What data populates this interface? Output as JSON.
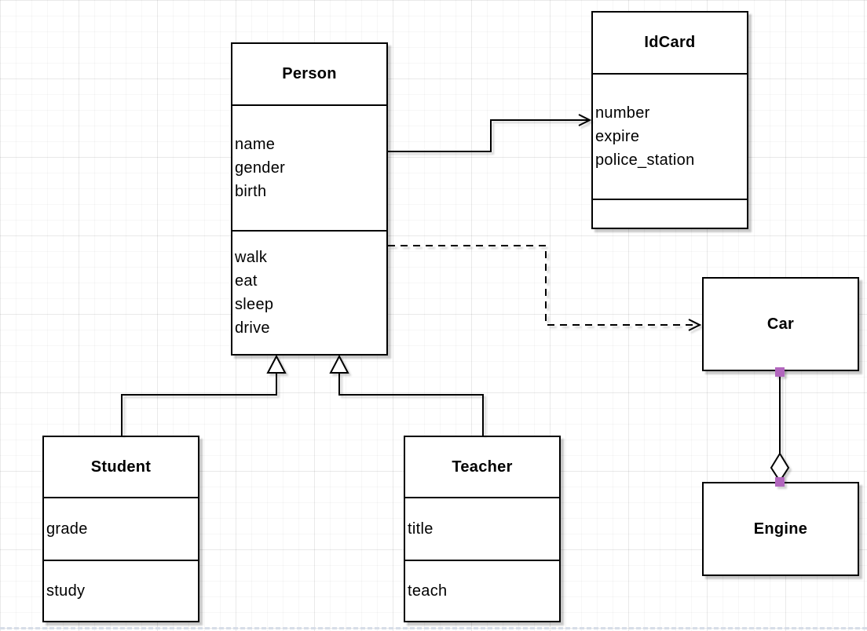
{
  "diagram": {
    "type": "uml-class-diagram",
    "classes": {
      "person": {
        "title": "Person",
        "attributes": [
          "name",
          "gender",
          "birth"
        ],
        "methods": [
          "walk",
          "eat",
          "sleep",
          "drive"
        ]
      },
      "idcard": {
        "title": "IdCard",
        "attributes": [
          "number",
          "expire",
          "police_station"
        ],
        "methods": []
      },
      "car": {
        "title": "Car",
        "attributes": [],
        "methods": []
      },
      "engine": {
        "title": "Engine",
        "attributes": [],
        "methods": []
      },
      "student": {
        "title": "Student",
        "attributes": [
          "grade"
        ],
        "methods": [
          "study"
        ]
      },
      "teacher": {
        "title": "Teacher",
        "attributes": [
          "title"
        ],
        "methods": [
          "teach"
        ]
      }
    },
    "relationships": [
      {
        "from": "Person",
        "to": "IdCard",
        "type": "association",
        "line": "solid",
        "arrow": "open"
      },
      {
        "from": "Person",
        "to": "Car",
        "type": "dependency",
        "line": "dashed",
        "arrow": "open"
      },
      {
        "from": "Student",
        "to": "Person",
        "type": "generalization",
        "line": "solid",
        "arrow": "hollow-triangle"
      },
      {
        "from": "Teacher",
        "to": "Person",
        "type": "generalization",
        "line": "solid",
        "arrow": "hollow-triangle"
      },
      {
        "from": "Car",
        "to": "Engine",
        "type": "aggregation",
        "line": "solid",
        "arrow": "hollow-diamond"
      }
    ],
    "colors": {
      "box_fill": "#ffffff",
      "box_border": "#000000",
      "connector": "#000000",
      "connection_point": "#b266be",
      "grid_line": "#f2f2f2",
      "page_break": "#d7dde8"
    }
  }
}
